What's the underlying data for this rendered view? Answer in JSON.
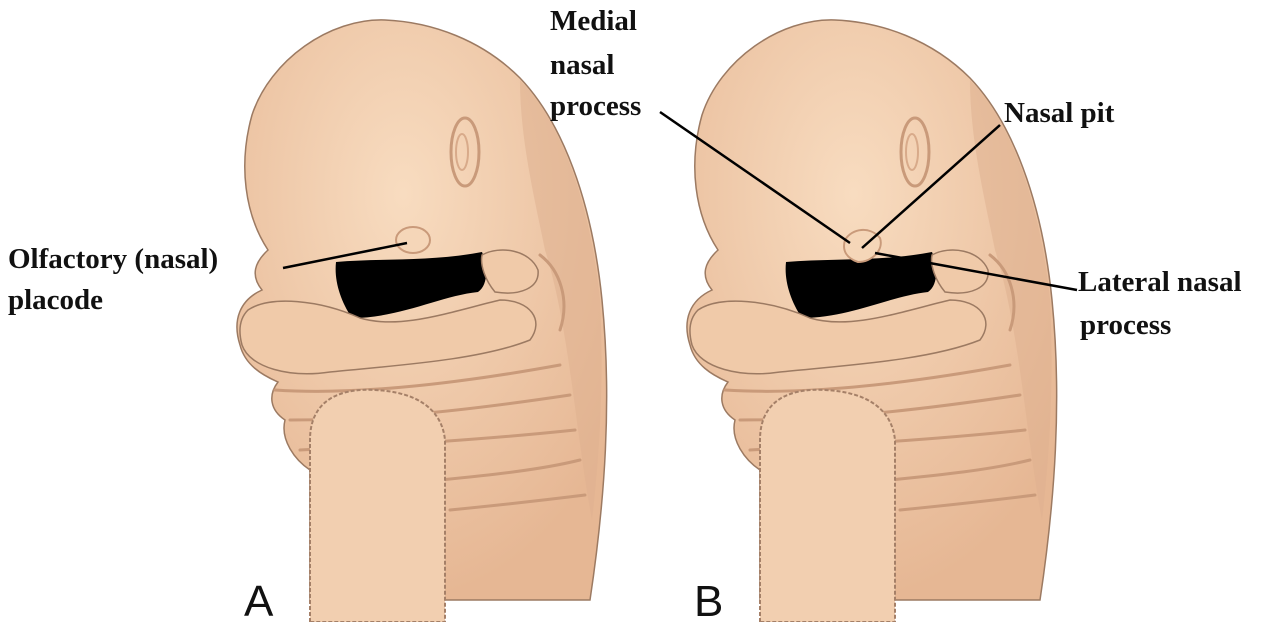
{
  "figure": {
    "panels": [
      {
        "letter": "A",
        "labels": [
          "Olfactory (nasal)",
          "placode"
        ]
      },
      {
        "letter": "B",
        "labels": {
          "medial": [
            "Medial",
            "nasal",
            "process"
          ],
          "pit": "Nasal pit",
          "lateral": [
            "Lateral nasal",
            "process"
          ]
        }
      }
    ],
    "colors": {
      "skin": "#f0caa9",
      "mouth": "#000000",
      "outline": "#9c7a62"
    }
  }
}
